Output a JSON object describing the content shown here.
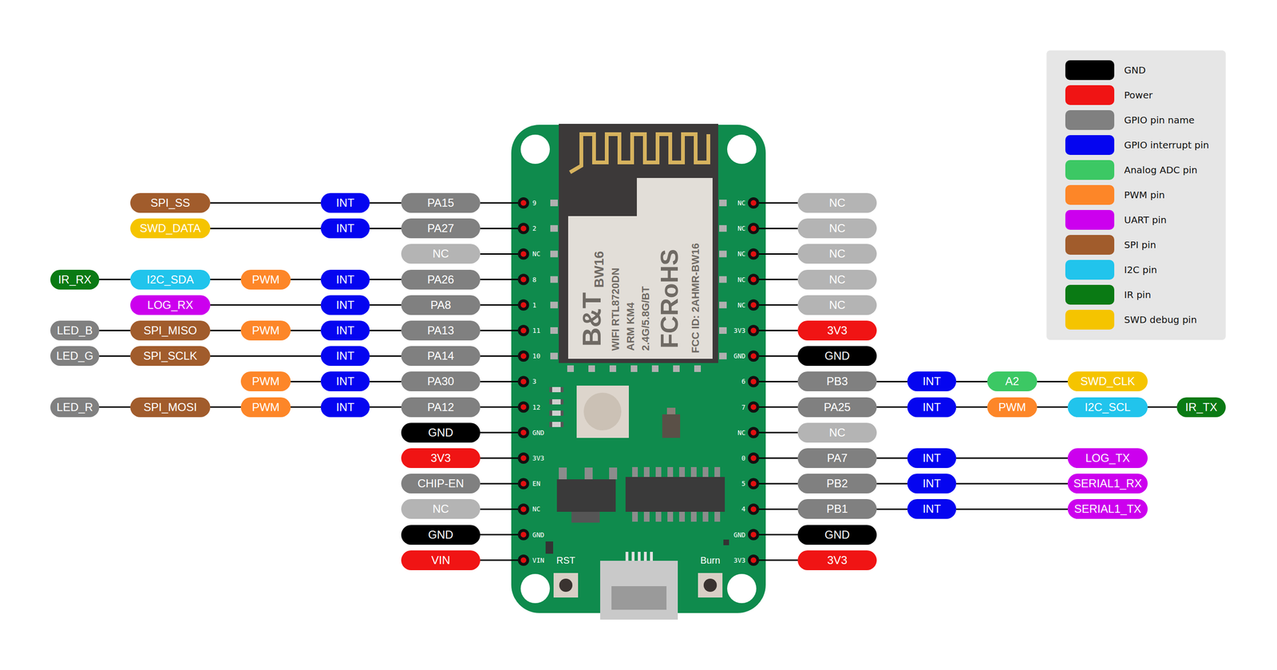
{
  "diagram": {
    "nodes": [
      {
        "text": [
          "SPI_SS"
        ]
      },
      {
        "text": [
          "INT"
        ]
      },
      {
        "text": [
          "PA15"
        ]
      },
      {
        "text": [
          "NC"
        ]
      },
      {
        "text": [
          "SWD_DATA"
        ]
      },
      {
        "text": [
          "INT"
        ]
      },
      {
        "text": [
          "PA27"
        ]
      },
      {
        "text": [
          "NC"
        ]
      },
      {
        "text": [
          "NC"
        ]
      },
      {
        "text": [
          "NC"
        ]
      },
      {
        "text": [
          "IR_RX"
        ]
      },
      {
        "text": [
          "I2C_SDA"
        ]
      },
      {
        "text": [
          "PWM"
        ]
      },
      {
        "text": [
          "INT"
        ]
      },
      {
        "text": [
          "PA26"
        ]
      },
      {
        "text": [
          "NC"
        ]
      },
      {
        "text": [
          "LOG_RX"
        ]
      },
      {
        "text": [
          "INT"
        ]
      },
      {
        "text": [
          "PA8"
        ]
      },
      {
        "text": [
          "NC"
        ]
      },
      {
        "text": [
          "LED_B"
        ]
      },
      {
        "text": [
          "SPI_MISO"
        ]
      },
      {
        "text": [
          "PWM"
        ]
      },
      {
        "text": [
          "INT"
        ]
      },
      {
        "text": [
          "PA13"
        ]
      },
      {
        "text": [
          "3V3"
        ]
      },
      {
        "text": [
          "LED_G"
        ]
      },
      {
        "text": [
          "SPI_SCLK"
        ]
      },
      {
        "text": [
          "INT"
        ]
      },
      {
        "text": [
          "PA14"
        ]
      },
      {
        "text": [
          "GND"
        ]
      },
      {
        "text": [
          "PWM"
        ]
      },
      {
        "text": [
          "INT"
        ]
      },
      {
        "text": [
          "PA30"
        ]
      },
      {
        "text": [
          "PB3"
        ]
      },
      {
        "text": [
          "INT"
        ]
      },
      {
        "text": [
          "A2"
        ]
      },
      {
        "text": [
          "SWD_CLK"
        ]
      },
      {
        "text": [
          "LED_R"
        ]
      },
      {
        "text": [
          "SPI_MOSI"
        ]
      },
      {
        "text": [
          "PWM"
        ]
      },
      {
        "text": [
          "INT"
        ]
      },
      {
        "text": [
          "PA12"
        ]
      },
      {
        "text": [
          "PA25"
        ]
      },
      {
        "text": [
          "INT"
        ]
      },
      {
        "text": [
          "PWM"
        ]
      },
      {
        "text": [
          "I2C_SCL"
        ]
      },
      {
        "text": [
          "IR_TX"
        ]
      },
      {
        "text": [
          "GND"
        ]
      },
      {
        "text": [
          "NC"
        ]
      },
      {
        "text": [
          "3V3"
        ]
      },
      {
        "text": [
          "PA7"
        ]
      },
      {
        "text": [
          "INT"
        ]
      },
      {
        "text": [
          "LOG_TX"
        ]
      },
      {
        "text": [
          "CHIP-EN"
        ]
      },
      {
        "text": [
          "PB2"
        ]
      },
      {
        "text": [
          "INT"
        ]
      },
      {
        "text": [
          "SERIAL1_RX"
        ]
      },
      {
        "text": [
          "NC"
        ]
      },
      {
        "text": [
          "PB1"
        ]
      },
      {
        "text": [
          "INT"
        ]
      },
      {
        "text": [
          "SERIAL1_TX"
        ]
      },
      {
        "text": [
          "GND"
        ]
      },
      {
        "text": [
          "GND"
        ]
      },
      {
        "text": [
          "VIN"
        ]
      },
      {
        "text": [
          "3V3"
        ]
      }
    ],
    "edges": [
      {
        "from": 0,
        "to": 1,
        "arrow": "none"
      },
      {
        "from": 1,
        "to": 2,
        "arrow": "none"
      },
      {
        "from": 4,
        "to": 5,
        "arrow": "none"
      },
      {
        "from": 5,
        "to": 6,
        "arrow": "none"
      },
      {
        "from": 10,
        "to": 11,
        "arrow": "none"
      },
      {
        "from": 11,
        "to": 12,
        "arrow": "none"
      },
      {
        "from": 12,
        "to": 13,
        "arrow": "none"
      },
      {
        "from": 13,
        "to": 14,
        "arrow": "none"
      },
      {
        "from": 16,
        "to": 17,
        "arrow": "none"
      },
      {
        "from": 17,
        "to": 18,
        "arrow": "none"
      },
      {
        "from": 20,
        "to": 21,
        "arrow": "none"
      },
      {
        "from": 21,
        "to": 22,
        "arrow": "none"
      },
      {
        "from": 22,
        "to": 23,
        "arrow": "none"
      },
      {
        "from": 23,
        "to": 24,
        "arrow": "none"
      },
      {
        "from": 26,
        "to": 27,
        "arrow": "none"
      },
      {
        "from": 27,
        "to": 28,
        "arrow": "none"
      },
      {
        "from": 28,
        "to": 29,
        "arrow": "none"
      },
      {
        "from": 31,
        "to": 32,
        "arrow": "none"
      },
      {
        "from": 32,
        "to": 33,
        "arrow": "none"
      },
      {
        "from": 34,
        "to": 35,
        "arrow": "none"
      },
      {
        "from": 35,
        "to": 36,
        "arrow": "none"
      },
      {
        "from": 36,
        "to": 37,
        "arrow": "none"
      },
      {
        "from": 38,
        "to": 39,
        "arrow": "none"
      },
      {
        "from": 39,
        "to": 40,
        "arrow": "none"
      },
      {
        "from": 40,
        "to": 41,
        "arrow": "none"
      },
      {
        "from": 41,
        "to": 42,
        "arrow": "none"
      },
      {
        "from": 43,
        "to": 44,
        "arrow": "none"
      },
      {
        "from": 44,
        "to": 45,
        "arrow": "none"
      },
      {
        "from": 45,
        "to": 46,
        "arrow": "none"
      },
      {
        "from": 46,
        "to": 47,
        "arrow": "none"
      },
      {
        "from": 51,
        "to": 52,
        "arrow": "none"
      },
      {
        "from": 52,
        "to": 53,
        "arrow": "none"
      },
      {
        "from": 55,
        "to": 56,
        "arrow": "none"
      },
      {
        "from": 56,
        "to": 57,
        "arrow": "none"
      },
      {
        "from": 59,
        "to": 60,
        "arrow": "none"
      },
      {
        "from": 60,
        "to": 61,
        "arrow": "none"
      }
    ],
    "labels": [
      "9",
      "2",
      "NC",
      "8",
      "1",
      "11",
      "10",
      "3",
      "12",
      "GND",
      "3V3",
      "EN",
      "NC",
      "GND",
      "VIN",
      "NC",
      "NC",
      "NC",
      "NC",
      "NC",
      "3V3",
      "GND",
      "6",
      "7",
      "NC",
      "0",
      "5",
      "4",
      "GND",
      "3V3",
      "B&T",
      "BW16",
      "WIFI RTL8720DN",
      "ARM KM4",
      "2.4G/5.8G/BT",
      "FCRoHS",
      "FCC ID: 2AHMR-BW16",
      "RST",
      "Burn"
    ],
    "legend": [
      {
        "text": "GND",
        "color": "#000000"
      },
      {
        "text": "Power",
        "color": "#f01414"
      },
      {
        "text": "GPIO pin name",
        "color": "#808080"
      },
      {
        "text": "GPIO interrupt pin",
        "color": "#0505f0"
      },
      {
        "text": "Analog ADC pin",
        "color": "#3cc864"
      },
      {
        "text": "PWM pin",
        "color": "#fd8628"
      },
      {
        "text": "UART pin",
        "color": "#cc00ee"
      },
      {
        "text": "SPI pin",
        "color": "#a15c2c"
      },
      {
        "text": "I2C pin",
        "color": "#21c4ec"
      },
      {
        "text": "IR pin",
        "color": "#0a7a14"
      },
      {
        "text": "SWD debug pin",
        "color": "#f5c400"
      }
    ]
  }
}
